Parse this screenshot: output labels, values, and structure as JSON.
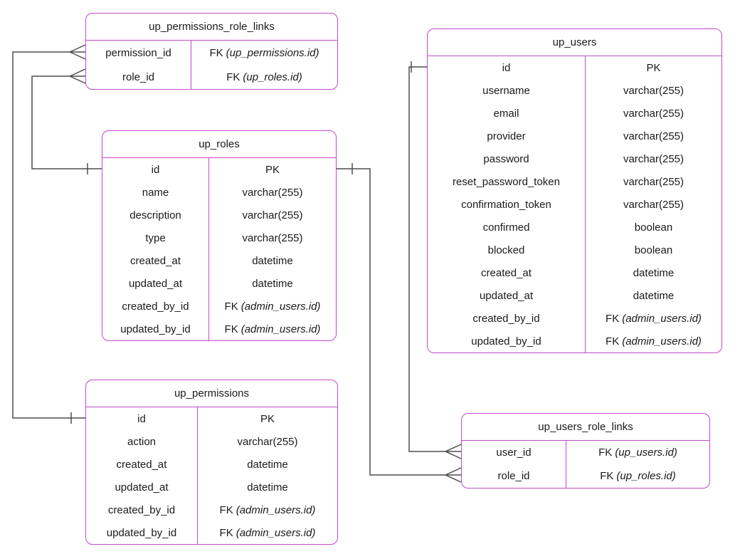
{
  "colors": {
    "table_border": "#c14bc9",
    "connector_line": "#4d4d4d",
    "text": "#1a1a1a",
    "background": "#ffffff"
  },
  "tables": [
    {
      "title": "up_permissions_role_links",
      "rows": [
        {
          "name": "permission_id",
          "type": "FK",
          "ref": "(up_permissions.id)"
        },
        {
          "name": "role_id",
          "type": "FK",
          "ref": "(up_roles.id)"
        }
      ]
    },
    {
      "title": "up_users",
      "rows": [
        {
          "name": "id",
          "type": "PK"
        },
        {
          "name": "username",
          "type": "varchar(255)"
        },
        {
          "name": "email",
          "type": "varchar(255)"
        },
        {
          "name": "provider",
          "type": "varchar(255)"
        },
        {
          "name": "password",
          "type": "varchar(255)"
        },
        {
          "name": "reset_password_token",
          "type": "varchar(255)"
        },
        {
          "name": "confirmation_token",
          "type": "varchar(255)"
        },
        {
          "name": "confirmed",
          "type": "boolean"
        },
        {
          "name": "blocked",
          "type": "boolean"
        },
        {
          "name": "created_at",
          "type": "datetime"
        },
        {
          "name": "updated_at",
          "type": "datetime"
        },
        {
          "name": "created_by_id",
          "type": "FK",
          "ref": "(admin_users.id)"
        },
        {
          "name": "updated_by_id",
          "type": "FK",
          "ref": "(admin_users.id)"
        }
      ]
    },
    {
      "title": "up_roles",
      "rows": [
        {
          "name": "id",
          "type": "PK"
        },
        {
          "name": "name",
          "type": "varchar(255)"
        },
        {
          "name": "description",
          "type": "varchar(255)"
        },
        {
          "name": "type",
          "type": "varchar(255)"
        },
        {
          "name": "created_at",
          "type": "datetime"
        },
        {
          "name": "updated_at",
          "type": "datetime"
        },
        {
          "name": "created_by_id",
          "type": "FK",
          "ref": "(admin_users.id)"
        },
        {
          "name": "updated_by_id",
          "type": "FK",
          "ref": "(admin_users.id)"
        }
      ]
    },
    {
      "title": "up_permissions",
      "rows": [
        {
          "name": "id",
          "type": "PK"
        },
        {
          "name": "action",
          "type": "varchar(255)"
        },
        {
          "name": "created_at",
          "type": "datetime"
        },
        {
          "name": "updated_at",
          "type": "datetime"
        },
        {
          "name": "created_by_id",
          "type": "FK",
          "ref": "(admin_users.id)"
        },
        {
          "name": "updated_by_id",
          "type": "FK",
          "ref": "(admin_users.id)"
        }
      ]
    },
    {
      "title": "up_users_role_links",
      "rows": [
        {
          "name": "user_id",
          "type": "FK",
          "ref": "(up_users.id)"
        },
        {
          "name": "role_id",
          "type": "FK",
          "ref": "(up_roles.id)"
        }
      ]
    }
  ],
  "relationships": [
    {
      "from": "up_roles.id",
      "to": "up_permissions_role_links.role_id",
      "cardinality": "one-to-many"
    },
    {
      "from": "up_permissions.id",
      "to": "up_permissions_role_links.permission_id",
      "cardinality": "one-to-many"
    },
    {
      "from": "up_users.id",
      "to": "up_users_role_links.user_id",
      "cardinality": "one-to-many"
    },
    {
      "from": "up_roles.id",
      "to": "up_users_role_links.role_id",
      "cardinality": "one-to-many"
    }
  ]
}
